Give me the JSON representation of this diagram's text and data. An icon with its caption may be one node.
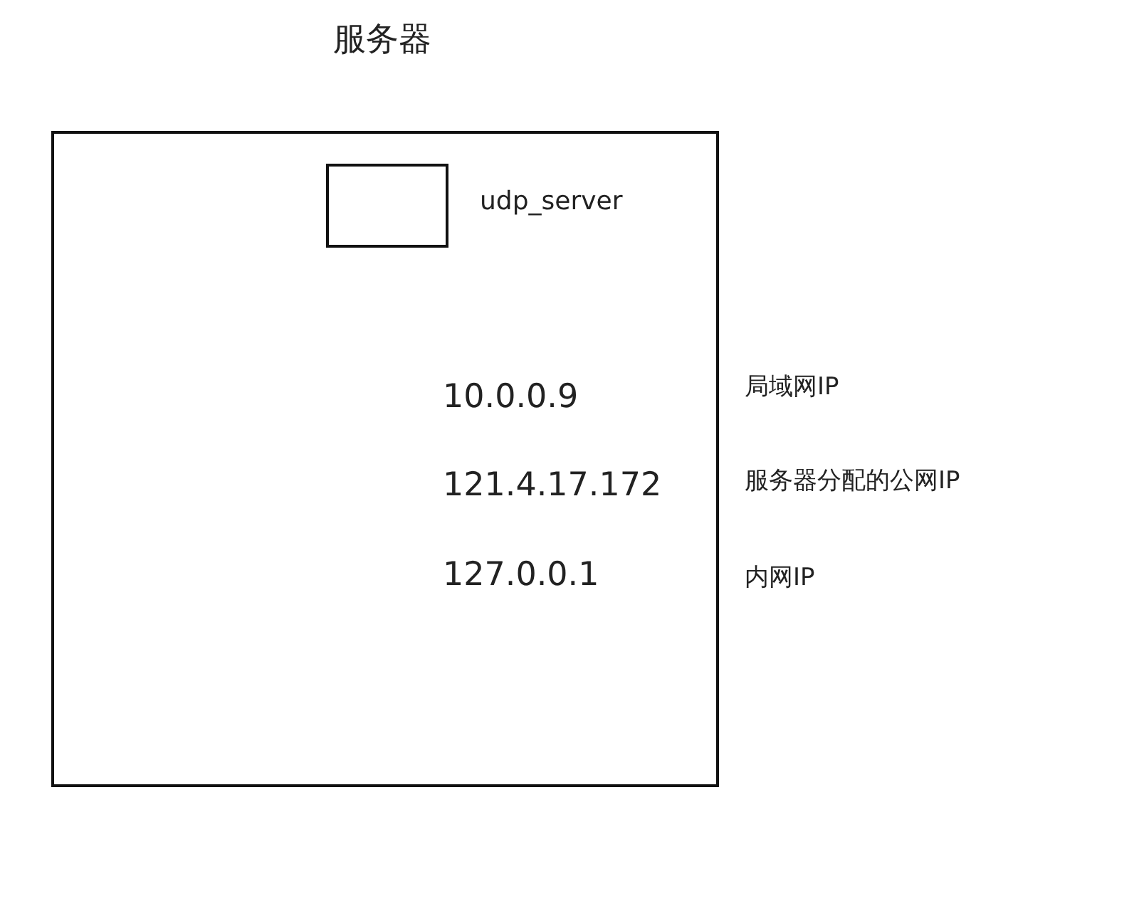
{
  "diagram": {
    "title": "服务器",
    "nodes": [
      {
        "text": [],
        "shape": "box"
      },
      {
        "text": [],
        "shape": "box",
        "in": 0,
        "beside": [
          "udp_server"
        ]
      }
    ],
    "labels": [
      "10.0.0.9",
      "局域网IP",
      "121.4.17.172",
      "服务器分配的公网IP",
      "127.0.0.1",
      "内网IP"
    ]
  }
}
